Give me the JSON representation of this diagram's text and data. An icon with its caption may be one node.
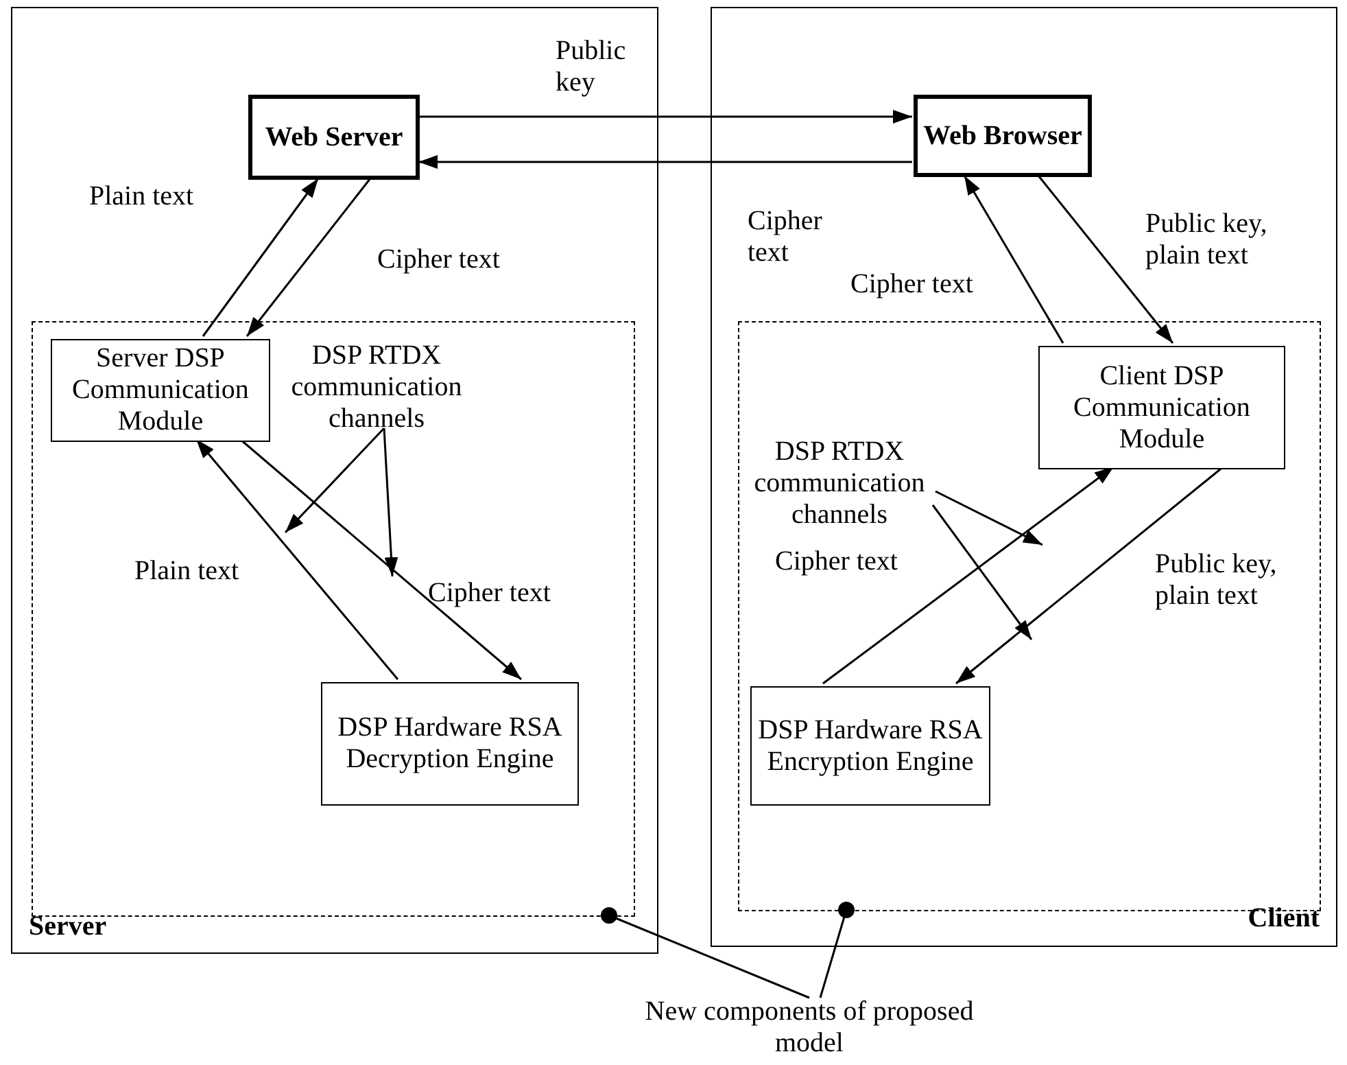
{
  "diagram": {
    "nodes": [
      {
        "text": [
          "Server"
        ]
      },
      {
        "text": [
          "Client"
        ]
      },
      {
        "text": [
          "Web Server"
        ],
        "in": 0
      },
      {
        "text": [
          "Web Browser"
        ],
        "in": 1
      },
      {
        "text": [],
        "shape": "box",
        "in": 0
      },
      {
        "text": [
          "Server DSP Communication Module"
        ],
        "in": 4
      },
      {
        "text": [
          "DSP Hardware RSA Decryption Engine"
        ],
        "in": 4
      },
      {
        "text": [],
        "shape": "box",
        "in": 1
      },
      {
        "text": [
          "Client DSP Communication Module"
        ],
        "in": 7
      },
      {
        "text": [
          "DSP Hardware RSA Encryption Engine"
        ],
        "in": 7
      },
      {
        "text": [
          "DSP RTDX communication channels"
        ],
        "in": 4
      },
      {
        "text": [
          "DSP RTDX communication channels"
        ],
        "in": 7
      },
      {
        "text": [
          "New components of proposed model"
        ]
      }
    ],
    "edges": [
      {
        "from": 2,
        "to": 3,
        "arrow": "to",
        "label": "Public key"
      },
      {
        "from": 3,
        "to": 2,
        "arrow": "to",
        "label": "Cipher text"
      },
      {
        "from": 5,
        "to": 2,
        "arrow": "to",
        "label": "Plain text"
      },
      {
        "from": 2,
        "to": 5,
        "arrow": "to",
        "label": "Cipher text"
      },
      {
        "from": 8,
        "to": 3,
        "arrow": "to",
        "label": "Cipher text"
      },
      {
        "from": 3,
        "to": 8,
        "arrow": "to",
        "label": "Public key, plain text"
      },
      {
        "from": 6,
        "to": 5,
        "arrow": "to",
        "label": "Plain text"
      },
      {
        "from": 5,
        "to": 6,
        "arrow": "to",
        "label": "Cipher text"
      },
      {
        "from": 9,
        "to": 8,
        "arrow": "to",
        "label": "Cipher text"
      },
      {
        "from": 8,
        "to": 9,
        "arrow": "to",
        "label": "Public key, plain text"
      },
      {
        "from": 10,
        "to": null,
        "arrow": "to"
      },
      {
        "from": 10,
        "to": null,
        "arrow": "to"
      },
      {
        "from": 11,
        "to": null,
        "arrow": "to"
      },
      {
        "from": 11,
        "to": null,
        "arrow": "to"
      },
      {
        "from": 12,
        "to": 4,
        "arrow": "other"
      },
      {
        "from": 12,
        "to": 7,
        "arrow": "other"
      }
    ]
  }
}
